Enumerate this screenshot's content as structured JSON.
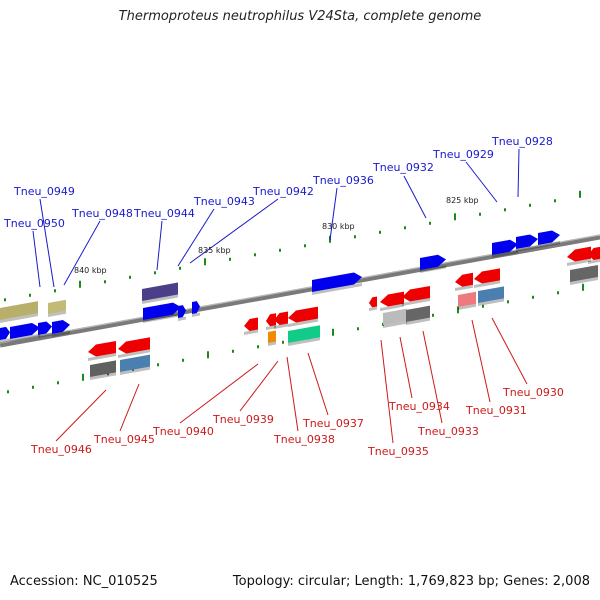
{
  "title": "Thermoproteus neutrophilus V24Sta, complete genome",
  "footer": {
    "accession": "Accession: NC_010525",
    "summary": "Topology: circular; Length: 1,769,823 bp; Genes: 2,008"
  },
  "scale_labels": [
    "840 kbp",
    "835 kbp",
    "830 kbp",
    "825 kbp"
  ],
  "colors": {
    "backbone": "#7a7a7a",
    "forward_label": "#1a1acc",
    "reverse_label": "#cc1a1a",
    "tick": "#1a8a1a"
  },
  "genes_top": [
    {
      "id": "Tneu_0950",
      "color": "#0000ee"
    },
    {
      "id": "Tneu_0949",
      "color": "#0000ee"
    },
    {
      "id": "Tneu_0948",
      "color": "#0000ee"
    },
    {
      "id": "Tneu_0944",
      "color": "#0000ee"
    },
    {
      "id": "Tneu_0943",
      "color": "#0000ee"
    },
    {
      "id": "Tneu_0942",
      "color": "#0000ee"
    },
    {
      "id": "Tneu_0936",
      "color": "#0000ee"
    },
    {
      "id": "Tneu_0932",
      "color": "#0000ee"
    },
    {
      "id": "Tneu_0929",
      "color": "#0000ee"
    },
    {
      "id": "Tneu_0928",
      "color": "#0000ee"
    }
  ],
  "genes_bottom": [
    {
      "id": "Tneu_0946",
      "color": "#ee0000"
    },
    {
      "id": "Tneu_0945",
      "color": "#ee0000"
    },
    {
      "id": "Tneu_0940",
      "color": "#ee0000"
    },
    {
      "id": "Tneu_0939",
      "color": "#ee0000"
    },
    {
      "id": "Tneu_0938",
      "color": "#ee0000"
    },
    {
      "id": "Tneu_0937",
      "color": "#ee0000"
    },
    {
      "id": "Tneu_0935",
      "color": "#ee0000"
    },
    {
      "id": "Tneu_0934",
      "color": "#ee0000"
    },
    {
      "id": "Tneu_0933",
      "color": "#ee0000"
    },
    {
      "id": "Tneu_0931",
      "color": "#ee0000"
    },
    {
      "id": "Tneu_0930",
      "color": "#ee0000"
    }
  ]
}
